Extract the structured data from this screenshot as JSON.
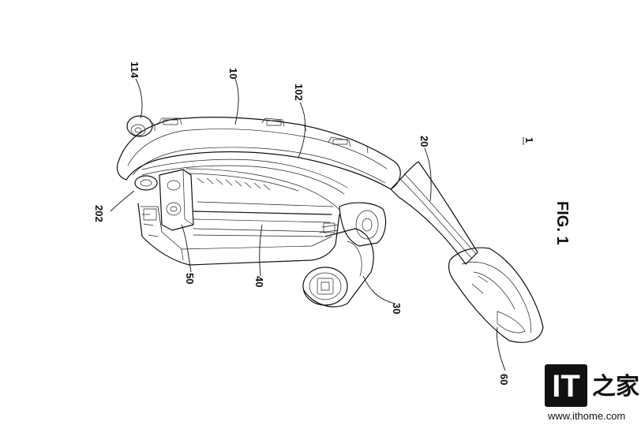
{
  "figure": {
    "caption": "FIG. 1",
    "assembly_ref": "1",
    "labels": {
      "l114": "114",
      "l10": "10",
      "l102": "102",
      "l20": "20",
      "l202": "202",
      "l50": "50",
      "l40": "40",
      "l30": "30",
      "l60": "60"
    }
  },
  "watermark": {
    "logo_text": "IT",
    "logo_han": "之家",
    "url": "www.ithome.com"
  }
}
